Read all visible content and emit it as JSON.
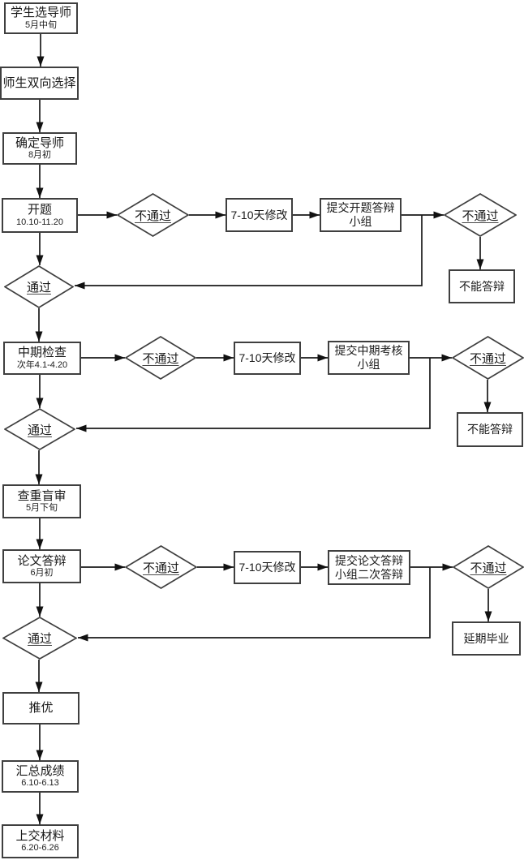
{
  "flowchart": {
    "main_steps": [
      {
        "label": "学生选导师",
        "sublabel": "5月中旬"
      },
      {
        "label": "师生双向选择",
        "sublabel": ""
      },
      {
        "label": "确定导师",
        "sublabel": "8月初"
      },
      {
        "label": "开题",
        "sublabel": "10.10-11.20"
      },
      {
        "label": "中期检查",
        "sublabel": "次年4.1-4.20"
      },
      {
        "label": "查重盲审",
        "sublabel": "5月下旬"
      },
      {
        "label": "论文答辩",
        "sublabel": "6月初"
      },
      {
        "label": "推优",
        "sublabel": ""
      },
      {
        "label": "汇总成绩",
        "sublabel": "6.10-6.13"
      },
      {
        "label": "上交材料",
        "sublabel": "6.20-6.26"
      }
    ],
    "decisions": {
      "pass_label": "通过",
      "fail_label": "不通过"
    },
    "branches": [
      {
        "revise": "7-10天修改",
        "submit_line1": "提交开题答辩",
        "submit_line2": "小组",
        "fail_result": "不能答辩"
      },
      {
        "revise": "7-10天修改",
        "submit_line1": "提交中期考核",
        "submit_line2": "小组",
        "fail_result": "不能答辩"
      },
      {
        "revise": "7-10天修改",
        "submit_line1": "提交论文答辩",
        "submit_line2": "小组二次答辩",
        "fail_result": "延期毕业"
      }
    ],
    "colors": {
      "background": "#ffffff",
      "shape_border": "#3f3f3f",
      "connector": "#1a1a1a",
      "text": "#1a1a1a"
    }
  }
}
